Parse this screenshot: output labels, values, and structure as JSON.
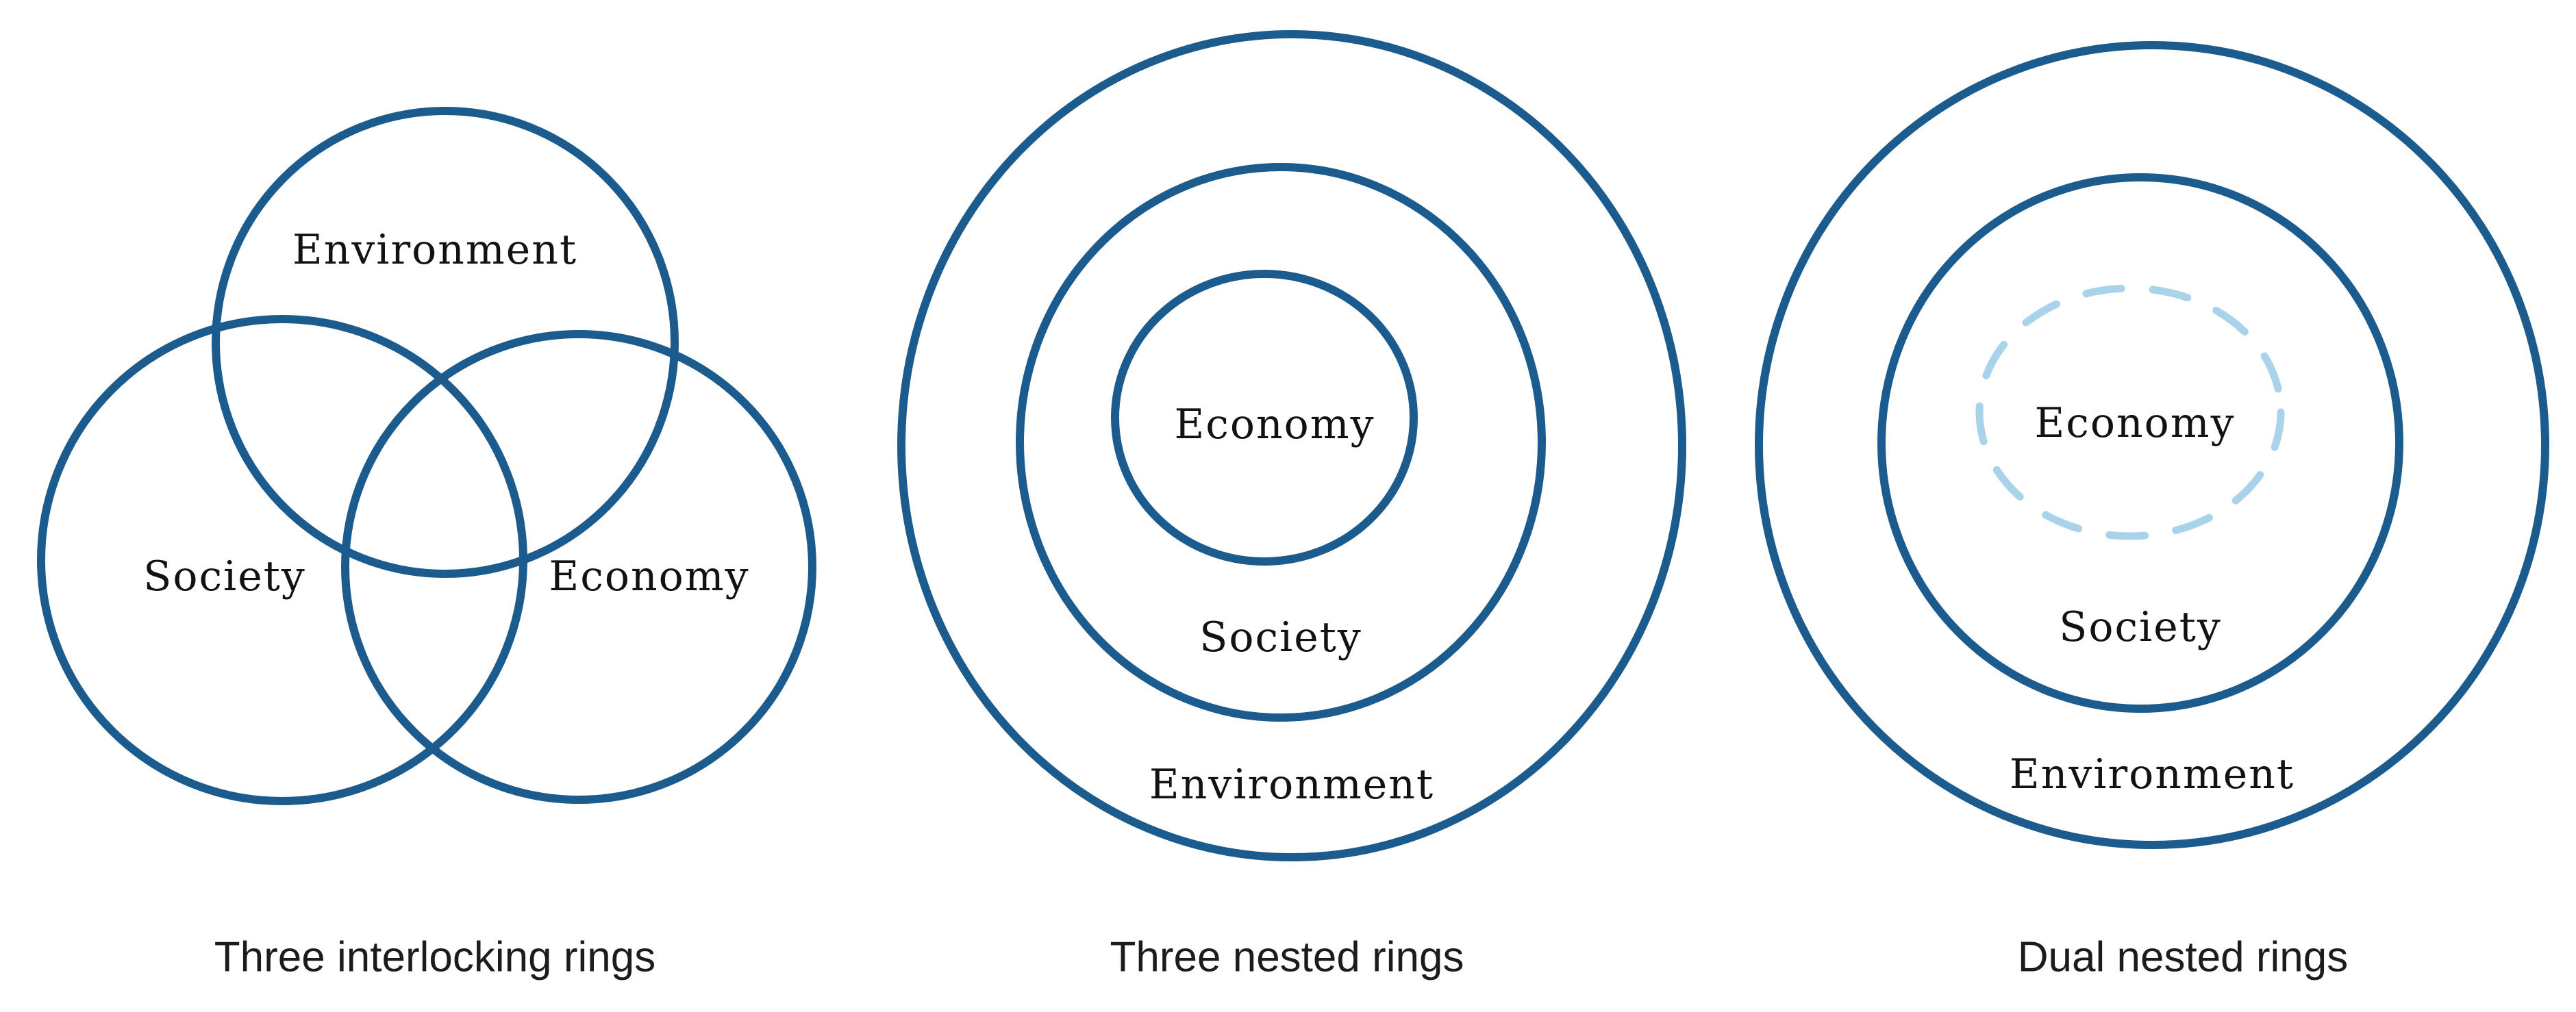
{
  "colors": {
    "ring_stroke": "#1b5b8d",
    "dashed_ring_stroke": "#a9d3ea",
    "label_text": "#121212",
    "caption_text": "#1c1c1c",
    "background": "#ffffff"
  },
  "diagrams": [
    {
      "type": "venn",
      "caption": "Three interlocking rings",
      "rings": [
        {
          "label": "Environment",
          "position": "top"
        },
        {
          "label": "Society",
          "position": "bottom-left"
        },
        {
          "label": "Economy",
          "position": "bottom-right"
        }
      ]
    },
    {
      "type": "nested",
      "caption": "Three nested rings",
      "rings": [
        {
          "label": "Economy",
          "position": "inner",
          "style": "solid"
        },
        {
          "label": "Society",
          "position": "middle",
          "style": "solid"
        },
        {
          "label": "Environment",
          "position": "outer",
          "style": "solid"
        }
      ]
    },
    {
      "type": "nested-dual",
      "caption": "Dual nested rings",
      "rings": [
        {
          "label": "Economy",
          "position": "inner",
          "style": "dashed"
        },
        {
          "label": "Society",
          "position": "middle",
          "style": "solid"
        },
        {
          "label": "Environment",
          "position": "outer",
          "style": "solid"
        }
      ]
    }
  ]
}
